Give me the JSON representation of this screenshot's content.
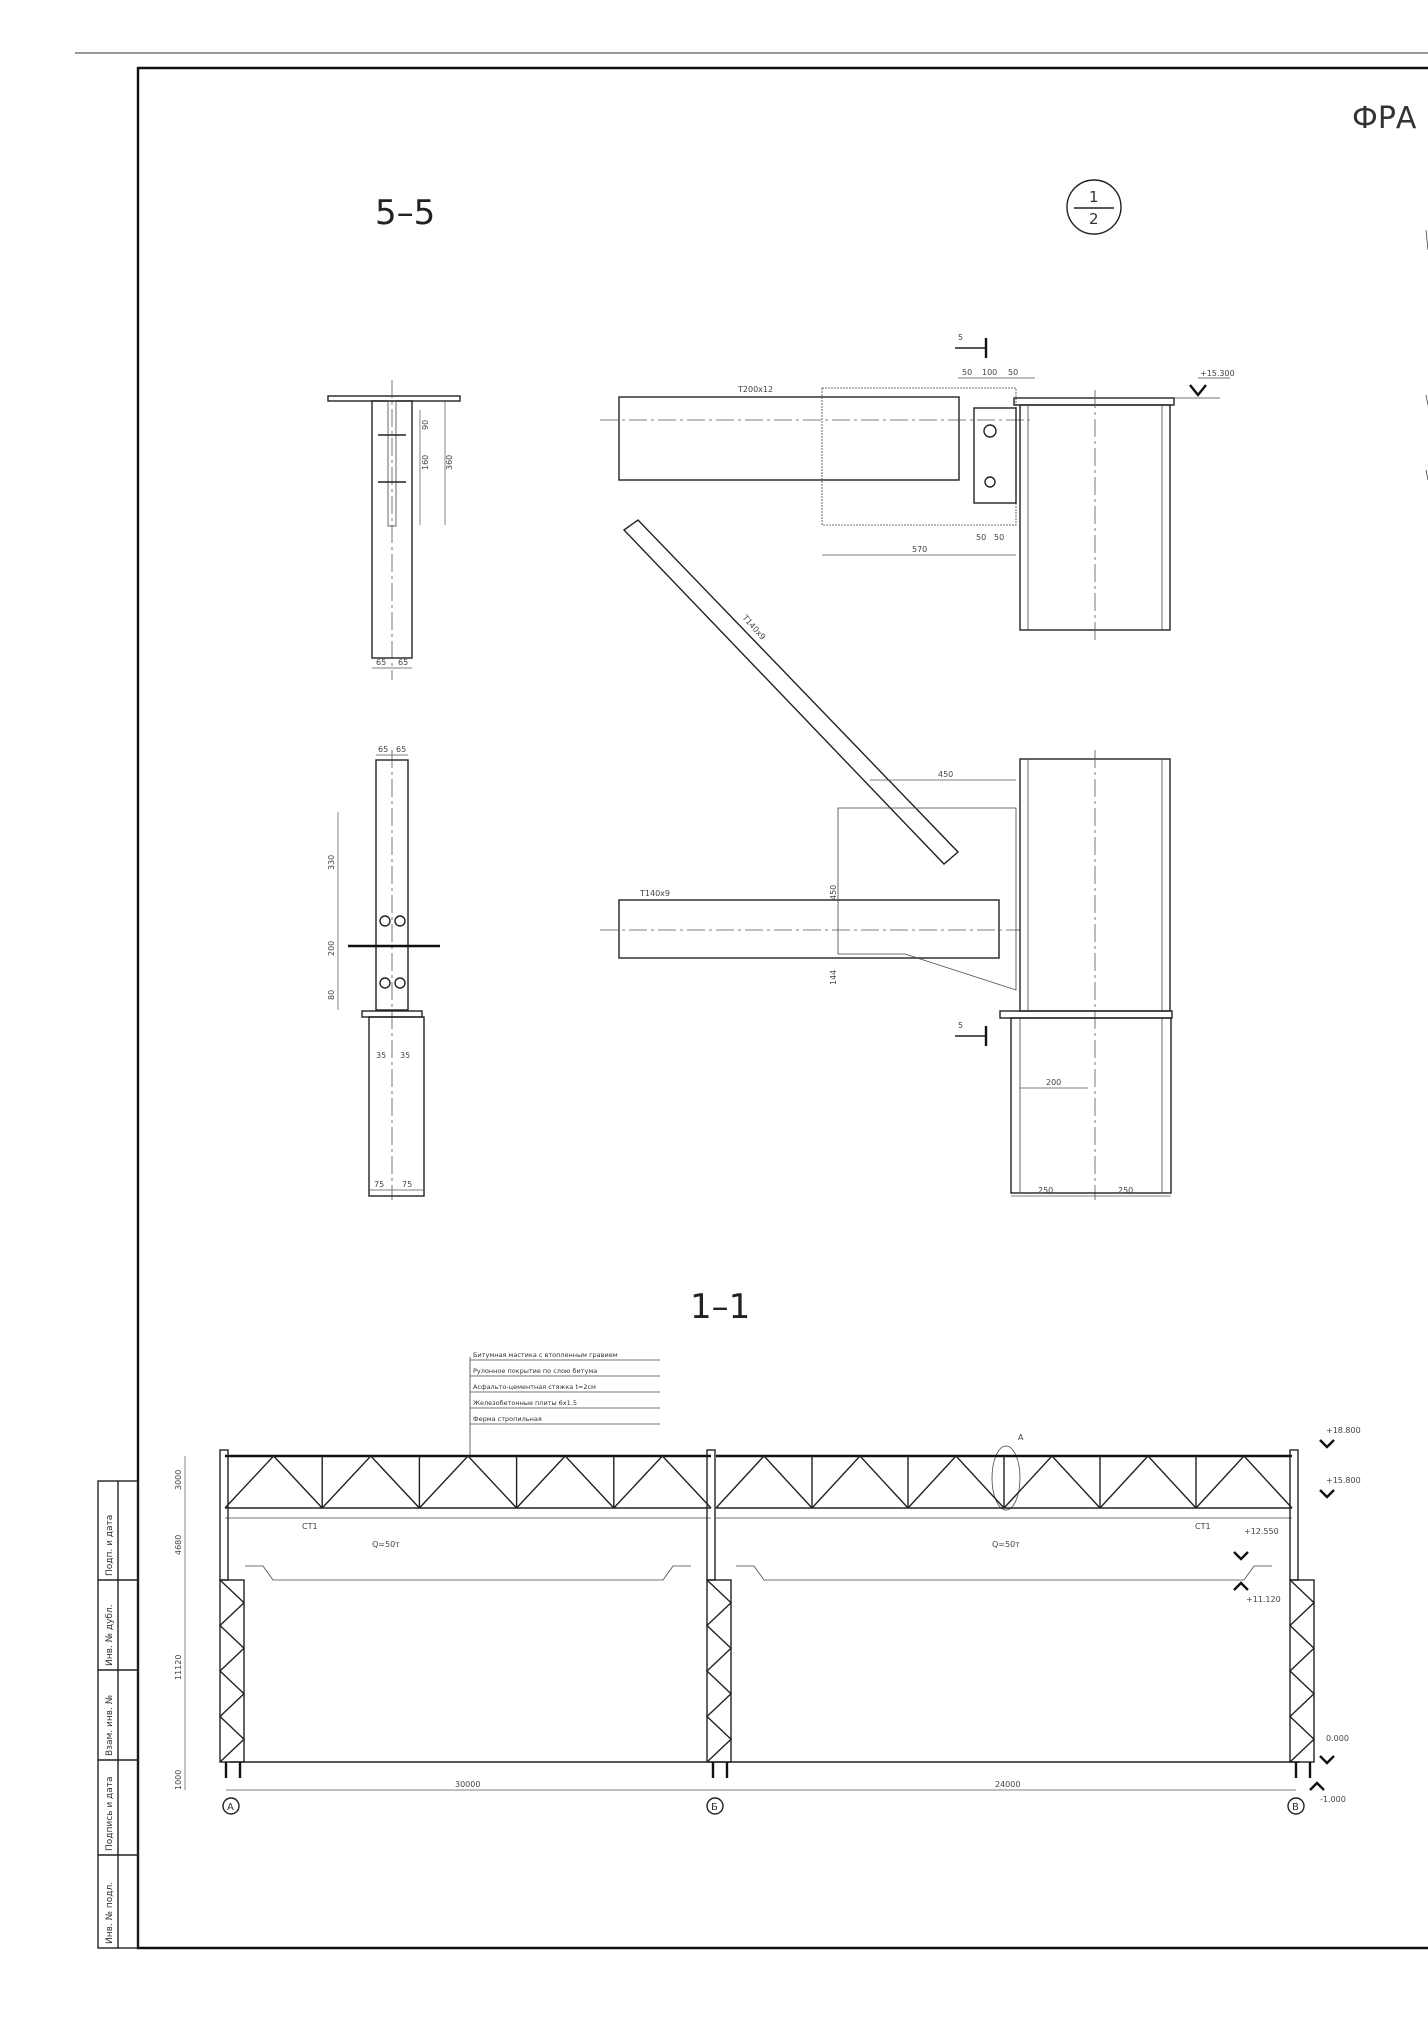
{
  "sheet": {
    "title": "ФРА",
    "section_5_5": "5–5",
    "section_1_1": "1–1",
    "node_ref": {
      "top": "1",
      "bottom": "2"
    }
  },
  "title_block": [
    "Инв. № подл.",
    "Подпись и дата",
    "Взам. инв. №",
    "Инв. № дубл.",
    "Подп. и дата"
  ],
  "node_detail": {
    "top_chord": "T200x12",
    "diagonal": "T140x9",
    "bottom_chord": "T140x9",
    "elevation": "+15.300",
    "section_mark": "5",
    "dims": {
      "d50a": "50",
      "d100": "100",
      "d50b": "50",
      "d50c": "50",
      "d50d": "50",
      "d570": "570",
      "d450a": "450",
      "d450b": "450",
      "d144": "144",
      "d200": "200",
      "d250a": "250",
      "d250b": "250"
    }
  },
  "section_view": {
    "dims": {
      "w65a": "65",
      "w65b": "65",
      "h90": "90",
      "h160": "160",
      "h360": "360",
      "w65c": "65",
      "w65d": "65",
      "h330": "330",
      "h200": "200",
      "h80": "80",
      "w35a": "35",
      "w35b": "35",
      "w75a": "75",
      "w75b": "75"
    }
  },
  "frame_section": {
    "roof_layers": [
      "Битумная мастика с втопленным гравием",
      "Рулонное покрытие по слою битума",
      "Асфальто-цементная стяжка t=2см",
      "Железобетонные плиты 6х1.5",
      "Ферма стропильная"
    ],
    "crane_capacity": [
      "Q=50т",
      "Q=50т"
    ],
    "tie_label": [
      "СТ1",
      "СТ1"
    ],
    "node_callout": "А",
    "elevations": [
      "+18.800",
      "+15.800",
      "+12.550",
      "+11.120",
      "0.000",
      "-1.000"
    ],
    "vertical_dims": [
      "3000",
      "4680",
      "11120",
      "1000"
    ],
    "spans": [
      "30000",
      "24000"
    ],
    "axes": [
      "А",
      "Б",
      "В"
    ]
  }
}
